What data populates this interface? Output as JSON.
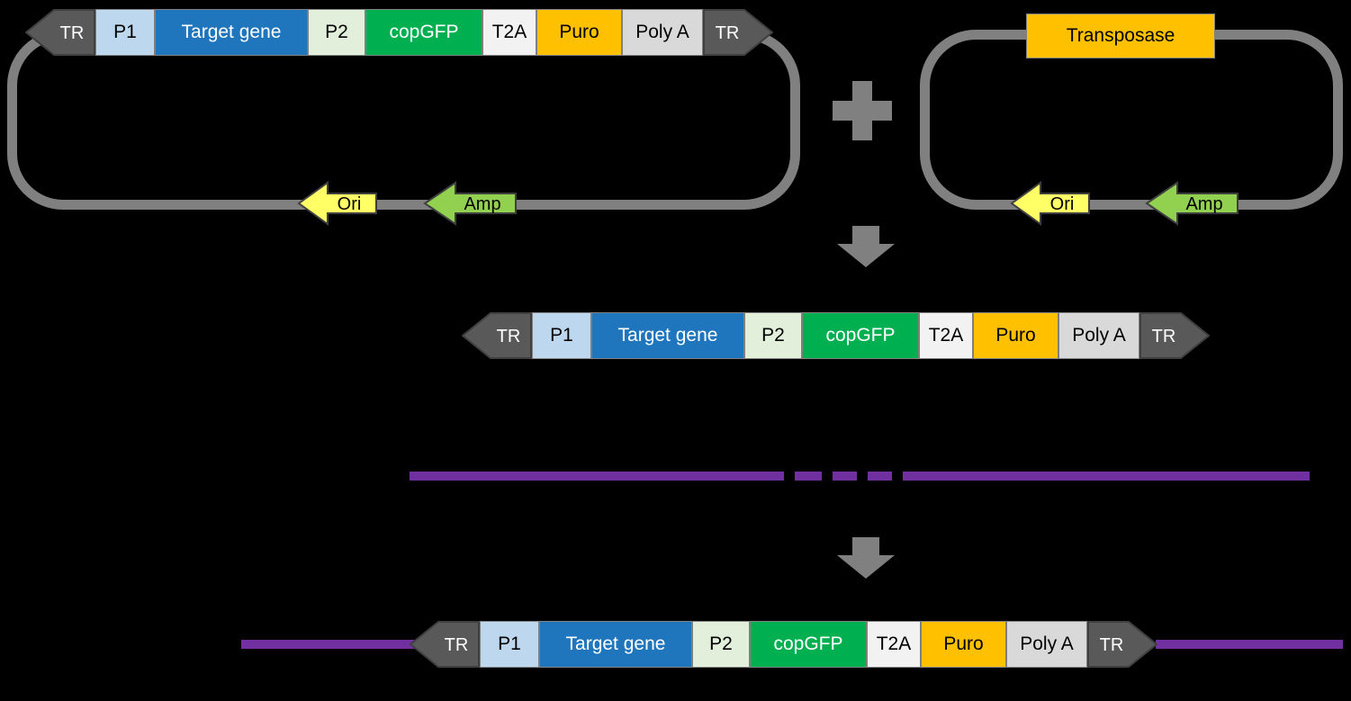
{
  "colors": {
    "background": "#000000",
    "ring": "#808080",
    "gray_symbol": "#808080",
    "genome": "#7030A0",
    "tr_fill": "#595959",
    "tr_stroke": "#3F3F3F",
    "tr_text": "#FFFFFF",
    "segment_border": "#7F7F7F",
    "ori_fill": "#FFFF66",
    "amp_fill": "#92D050",
    "arrow_stroke": "#3F3F3F",
    "gene_box_bg": "#FFC000",
    "gene_box_fg": "#000000"
  },
  "cassette": {
    "tr_left_label": "TR",
    "tr_right_label": "TR",
    "segments": [
      {
        "label": "P1",
        "bg": "#BDD7EE",
        "fg": "#000000",
        "width": 66
      },
      {
        "label": "Target gene",
        "bg": "#1F76BC",
        "fg": "#FFFFFF",
        "width": 170
      },
      {
        "label": "P2",
        "bg": "#E2EFDA",
        "fg": "#000000",
        "width": 64
      },
      {
        "label": "copGFP",
        "bg": "#00B050",
        "fg": "#FFFFFF",
        "width": 130
      },
      {
        "label": "T2A",
        "bg": "#F2F2F2",
        "fg": "#000000",
        "width": 60
      },
      {
        "label": "Puro",
        "bg": "#FFC000",
        "fg": "#000000",
        "width": 95
      },
      {
        "label": "Poly A",
        "bg": "#D9D9D9",
        "fg": "#000000",
        "width": 90
      }
    ]
  },
  "donor_plasmid": {
    "ori_label": "Ori",
    "amp_label": "Amp"
  },
  "helper_plasmid": {
    "gene_label": "Transposase",
    "ori_label": "Ori",
    "amp_label": "Amp"
  }
}
